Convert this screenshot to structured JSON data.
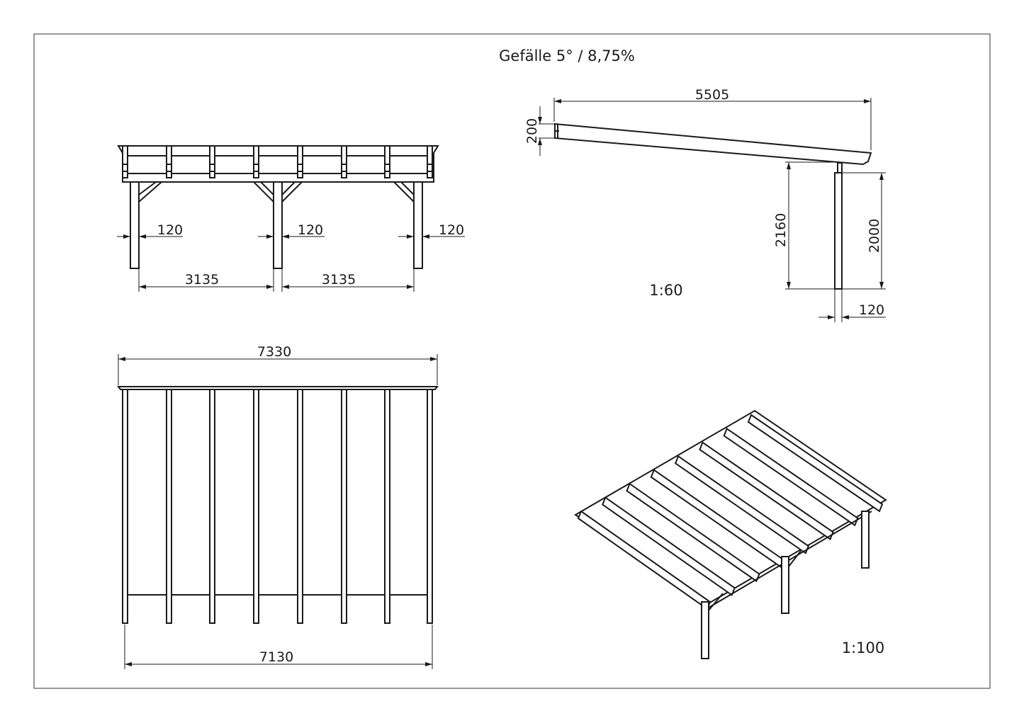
{
  "title": "Gefälle 5° / 8,75%",
  "front_view": {
    "post_width_labels": [
      "120",
      "120",
      "120"
    ],
    "span_labels": [
      "3135",
      "3135"
    ]
  },
  "side_view": {
    "length": "5505",
    "beam_height": "200",
    "height_total": "2160",
    "post_height": "2000",
    "post_width": "120",
    "scale": "1:60"
  },
  "plan_view": {
    "top_width": "7330",
    "bottom_width": "7130"
  },
  "iso_view": {
    "scale": "1:100"
  }
}
